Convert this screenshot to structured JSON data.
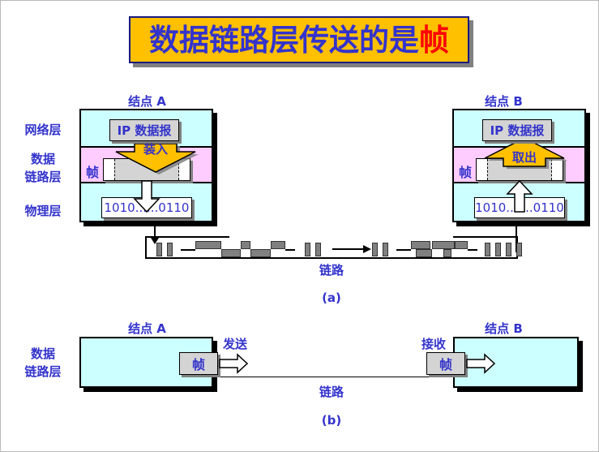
{
  "title": {
    "text_main": "数据链路层传送的是",
    "text_accent": "帧",
    "bg_color": "#ffc000",
    "border_color": "#1a1a80",
    "main_color": "#3333cc",
    "accent_color": "#ff0000"
  },
  "colors": {
    "blue_text": "#3333cc",
    "network_layer_bg": "#ccffff",
    "datalink_layer_bg": "#ffccff",
    "physical_layer_bg": "#ccffff",
    "box_gray": "#d4d4d4",
    "gold": "#ffc000",
    "signal_gray": "#808080"
  },
  "diagram_a": {
    "caption": "(a)",
    "layer_labels": {
      "network": "网络层",
      "datalink_line1": "数据",
      "datalink_line2": "链路层",
      "physical": "物理层"
    },
    "node_a": {
      "title": "结点 A",
      "ip_datagram": "IP 数据报",
      "arrow_label": "装入",
      "frame_label": "帧",
      "bits": "1010......0110"
    },
    "node_b": {
      "title": "结点 B",
      "ip_datagram": "IP 数据报",
      "arrow_label": "取出",
      "frame_label": "帧",
      "bits": "1010... ...0110"
    },
    "link_label": "链路"
  },
  "diagram_b": {
    "caption": "(b)",
    "layer_label_line1": "数据",
    "layer_label_line2": "链路层",
    "node_a": {
      "title": "结点 A",
      "action": "发送",
      "frame_label": "帧"
    },
    "node_b": {
      "title": "结点 B",
      "action": "接收",
      "frame_label": "帧"
    },
    "link_label": "链路"
  }
}
